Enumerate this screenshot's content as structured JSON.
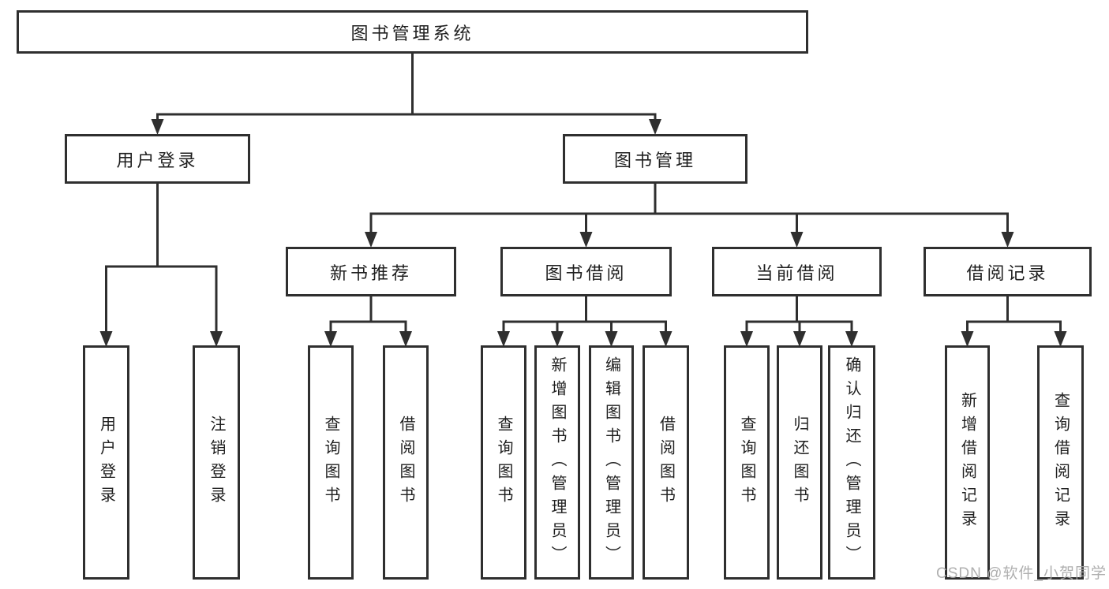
{
  "diagram": {
    "root": {
      "label": "图书管理系统"
    },
    "level1": [
      {
        "label": "用户登录",
        "children": [
          {
            "label": "用户登录"
          },
          {
            "label": "注销登录"
          }
        ]
      },
      {
        "label": "图书管理",
        "children": [
          {
            "label": "新书推荐",
            "children": [
              {
                "label": "查询图书"
              },
              {
                "label": "借阅图书"
              }
            ]
          },
          {
            "label": "图书借阅",
            "children": [
              {
                "label": "查询图书"
              },
              {
                "label": "新增图书（管理员）"
              },
              {
                "label": "编辑图书（管理员）"
              },
              {
                "label": "借阅图书"
              }
            ]
          },
          {
            "label": "当前借阅",
            "children": [
              {
                "label": "查询图书"
              },
              {
                "label": "归还图书"
              },
              {
                "label": "确认归还（管理员）"
              }
            ]
          },
          {
            "label": "借阅记录",
            "children": [
              {
                "label": "新增借阅记录"
              },
              {
                "label": "查询借阅记录"
              }
            ]
          }
        ]
      }
    ]
  },
  "watermark": {
    "text": "CSDN @软件_小贺同学"
  },
  "colors": {
    "line": "#2f2f2f",
    "box_border": "#2f2f2f",
    "text": "#1f1f1f",
    "background": "#ffffff",
    "watermark": "#a8a8a8"
  }
}
